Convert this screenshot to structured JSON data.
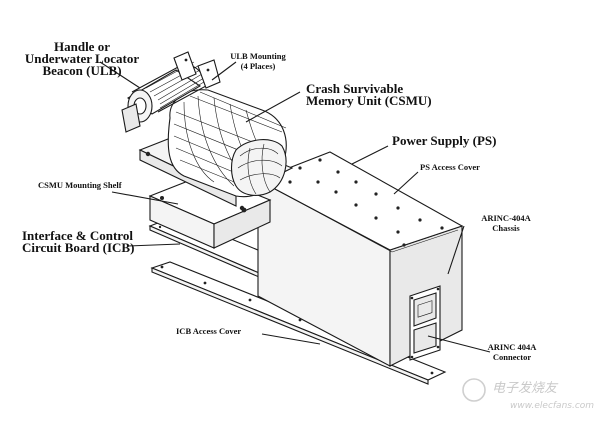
{
  "labels": {
    "handle": [
      "Handle or",
      "Underwater Locator",
      "Beacon (ULB)"
    ],
    "ulb_mounting": [
      "ULB Mounting",
      "(4 Places)"
    ],
    "csmu": [
      "Crash Survivable",
      "Memory Unit (CSMU)"
    ],
    "power_supply": "Power Supply (PS)",
    "ps_access_cover": "PS Access Cover",
    "csmu_shelf": "CSMU Mounting Shelf",
    "icb": [
      "Interface & Control",
      "Circuit Board (ICB)"
    ],
    "arinc_chassis": [
      "ARINC-404A",
      "Chassis"
    ],
    "icb_access_cover": "ICB Access Cover",
    "arinc_connector": [
      "ARINC 404A",
      "Connector"
    ]
  },
  "watermark": {
    "cn": "电子发烧友",
    "url": "www.elecfans.com"
  }
}
